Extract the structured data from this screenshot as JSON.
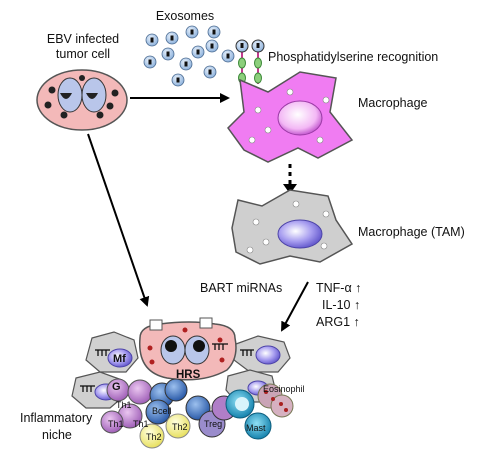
{
  "labels": {
    "tumor_cell_line1": "EBV infected",
    "tumor_cell_line2": "tumor cell",
    "exosomes": "Exosomes",
    "ps_recognition": "Phosphatidylserine recognition",
    "macrophage": "Macrophage",
    "tam": "Macrophage (TAM)",
    "bart_mirnas": "BART miRNAs",
    "cytokine_1": "TNF-α ↑",
    "cytokine_2": "IL-10 ↑",
    "cytokine_3": "ARG1 ↑",
    "hrs": "HRS",
    "mf": "Mf",
    "g": "G",
    "eosinophil": "Eosinophil",
    "bcell": "Bcell",
    "treg": "Treg",
    "mast": "Mast",
    "th1": "Th1",
    "th2": "Th2",
    "niche_line1": "Inflammatory",
    "niche_line2": "niche"
  },
  "colors": {
    "tumor_cell": "#f3b9b9",
    "macrophage": "#f07cf2",
    "tam": "#cfcfcf",
    "nucleus_violet": "#8f84e6",
    "exosome": "#b8d0ec",
    "bcell": "#4a7bc2",
    "th2": "#f7f28c",
    "th1": "#c98bd2",
    "mast": "#2ca6cf",
    "treg": "#7a6aa8",
    "eosinophil": "#c9a4b8"
  }
}
